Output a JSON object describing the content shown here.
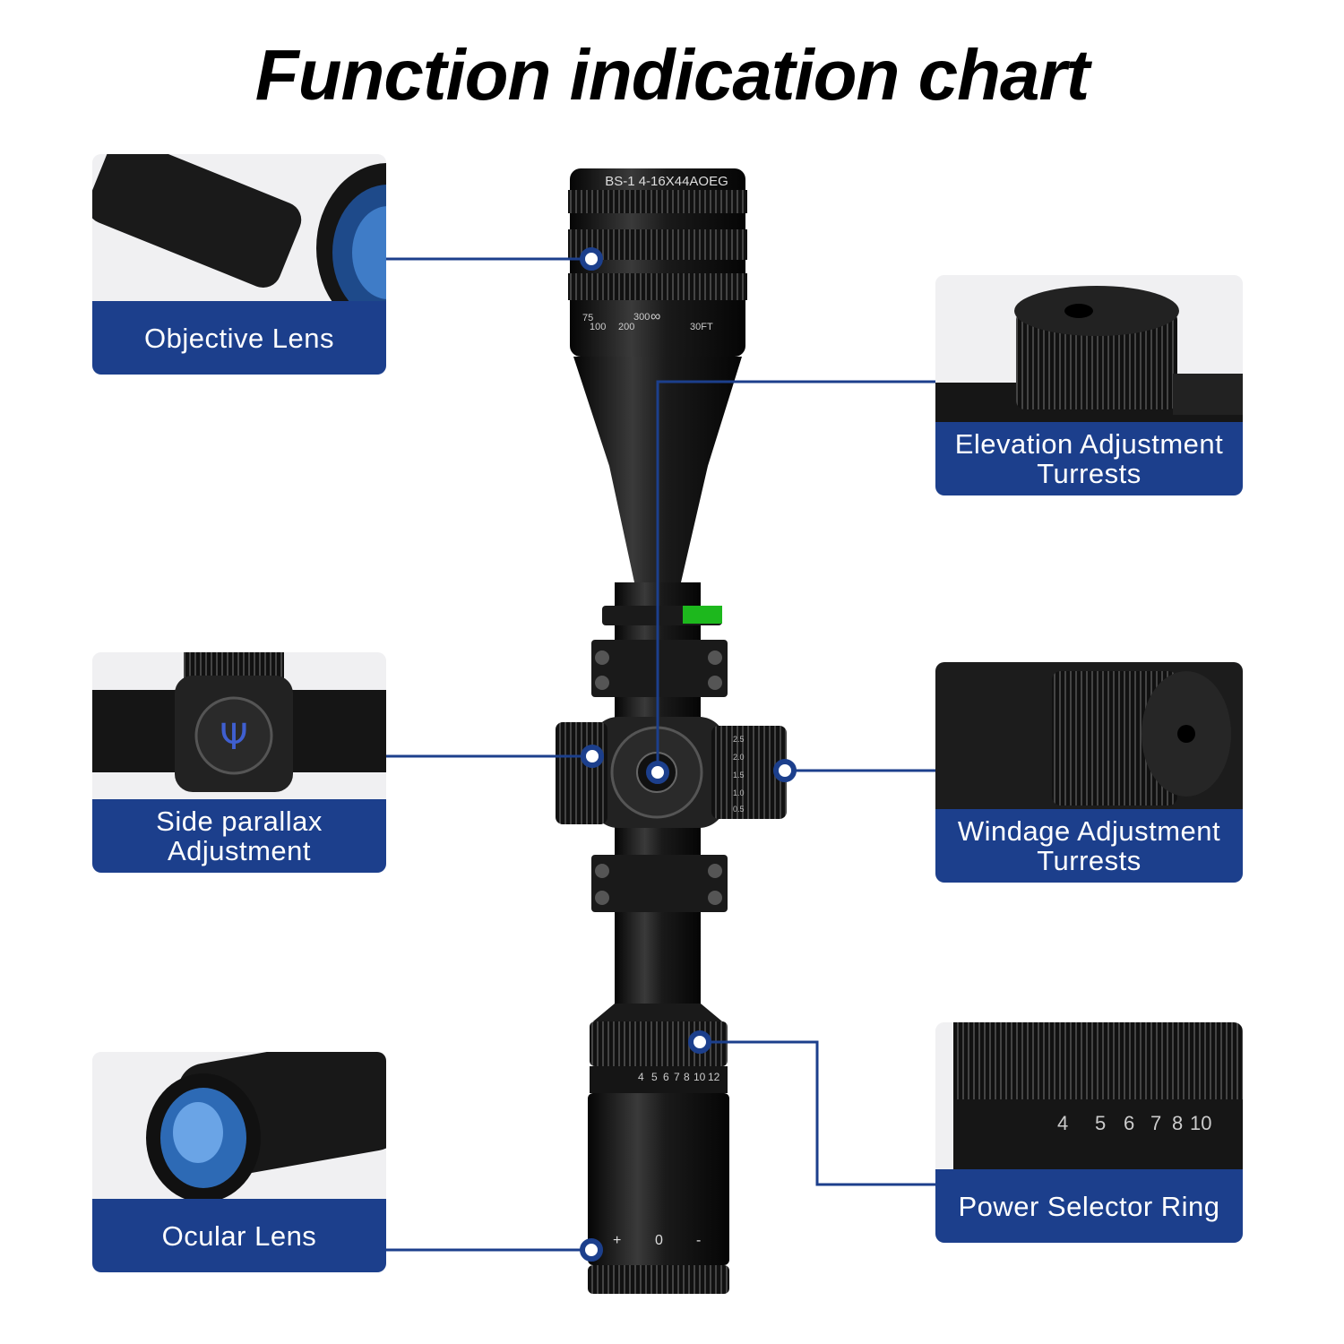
{
  "title": "Function indication chart",
  "colors": {
    "accent": "#1c3f8c",
    "card_bg": "#f0f0f2",
    "scope": "#141414"
  },
  "scope": {
    "model_text": "BS-1  4-16X44AOEG",
    "parallax_marks": [
      "75",
      "100",
      "200",
      "300",
      "∞",
      "30FT"
    ],
    "magnification_marks": [
      "4",
      "5",
      "6",
      "7",
      "8",
      "10",
      "12"
    ],
    "ocular_marks": [
      "+",
      "0",
      "-"
    ],
    "turret_marks": [
      "2.5",
      "2.0",
      "1.5",
      "1.0",
      "0.5"
    ]
  },
  "callouts": [
    {
      "id": "objective",
      "lines": [
        "Objective Lens"
      ]
    },
    {
      "id": "elevation",
      "lines": [
        "Elevation Adjustment",
        "Turrests"
      ]
    },
    {
      "id": "parallax",
      "lines": [
        "Side parallax",
        "Adjustment"
      ]
    },
    {
      "id": "windage",
      "lines": [
        "Windage Adjustment",
        "Turrests"
      ]
    },
    {
      "id": "ocular",
      "lines": [
        "Ocular Lens"
      ]
    },
    {
      "id": "power",
      "lines": [
        "Power Selector Ring"
      ]
    }
  ]
}
